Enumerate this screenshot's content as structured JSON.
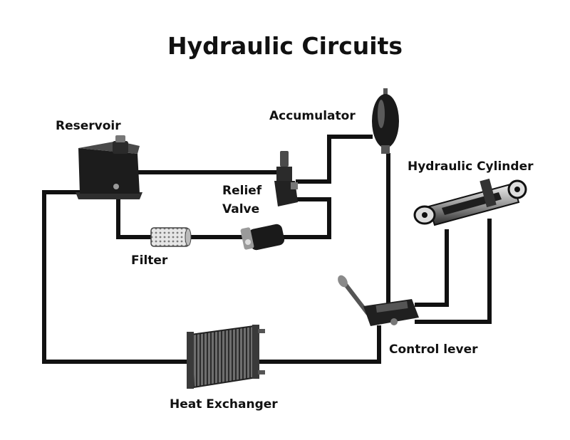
{
  "title": "Hydraulic Circuits",
  "labels": {
    "reservoir": "Reservoir",
    "accumulator": "Accumulator",
    "relief_line1": "Relief",
    "relief_line2": "Valve",
    "hydraulic_cylinder": "Hydraulic Cylinder",
    "filter": "Filter",
    "control_lever": "Control lever",
    "heat_exchanger": "Heat Exchanger"
  },
  "colors": {
    "ink": "#111111",
    "background": "#ffffff"
  }
}
